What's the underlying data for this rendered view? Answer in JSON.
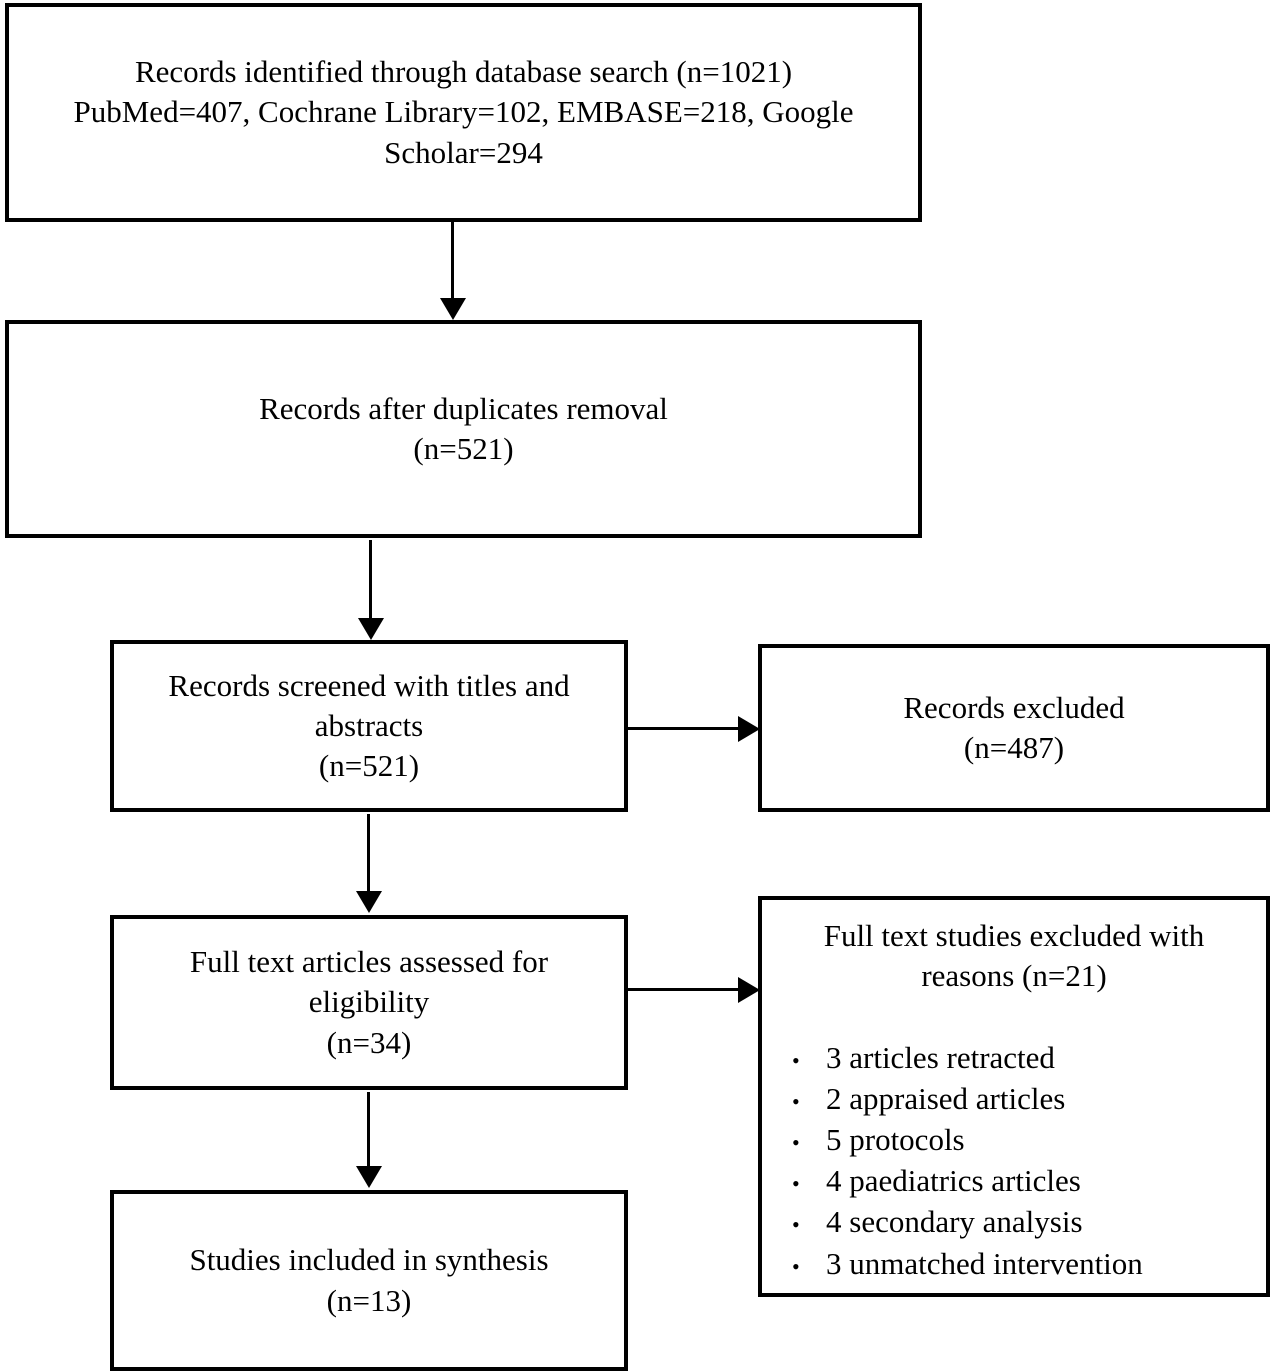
{
  "diagram": {
    "type": "prisma-flow-diagram",
    "title": "PRISMA study selection flow diagram",
    "line_color": "#000000",
    "background_color": "#ffffff",
    "text_color": "#000000"
  },
  "boxes": {
    "identified": {
      "name": "Records identified through database search",
      "text": "Records identified through database search (n=1021)\nPubMed=407, Cochrane Library=102, EMBASE=218, Google\nScholar=294",
      "n": 1021,
      "sources": [
        {
          "label": "PubMed",
          "count": 407
        },
        {
          "label": "Cochrane Library",
          "count": 102
        },
        {
          "label": "EMBASE",
          "count": 218
        },
        {
          "label": "Google Scholar",
          "count": 294
        }
      ]
    },
    "duplicates": {
      "name": "Records after duplicates removal",
      "text": "Records after duplicates removal\n(n=521)",
      "n": 521
    },
    "screened": {
      "name": "Records screened with titles and abstracts",
      "text": "Records screened with titles and\nabstracts\n(n=521)",
      "n": 521
    },
    "excluded": {
      "name": "Records excluded",
      "text": "Records excluded\n(n=487)",
      "n": 487
    },
    "fulltext": {
      "name": "Full text articles assessed for eligibility",
      "text": "Full text articles assessed for\neligibility\n(n=34)",
      "n": 34
    },
    "reasons": {
      "name": "Full text studies excluded with reasons",
      "heading": "Full text studies excluded with\nreasons (n=21)",
      "n": 21,
      "bullet_glyph": "•",
      "items": [
        "3 articles retracted",
        "2 appraised articles",
        "5 protocols",
        "4 paediatrics articles",
        "4 secondary analysis",
        "3 unmatched intervention"
      ]
    },
    "included": {
      "name": "Studies included in synthesis",
      "text": "Studies included in synthesis\n(n=13)",
      "n": 13
    }
  },
  "arrows": [
    {
      "from": "identified",
      "to": "duplicates",
      "direction": "down"
    },
    {
      "from": "duplicates",
      "to": "screened",
      "direction": "down"
    },
    {
      "from": "screened",
      "to": "excluded",
      "direction": "right"
    },
    {
      "from": "screened",
      "to": "fulltext",
      "direction": "down"
    },
    {
      "from": "fulltext",
      "to": "reasons",
      "direction": "right"
    },
    {
      "from": "fulltext",
      "to": "included",
      "direction": "down"
    }
  ]
}
